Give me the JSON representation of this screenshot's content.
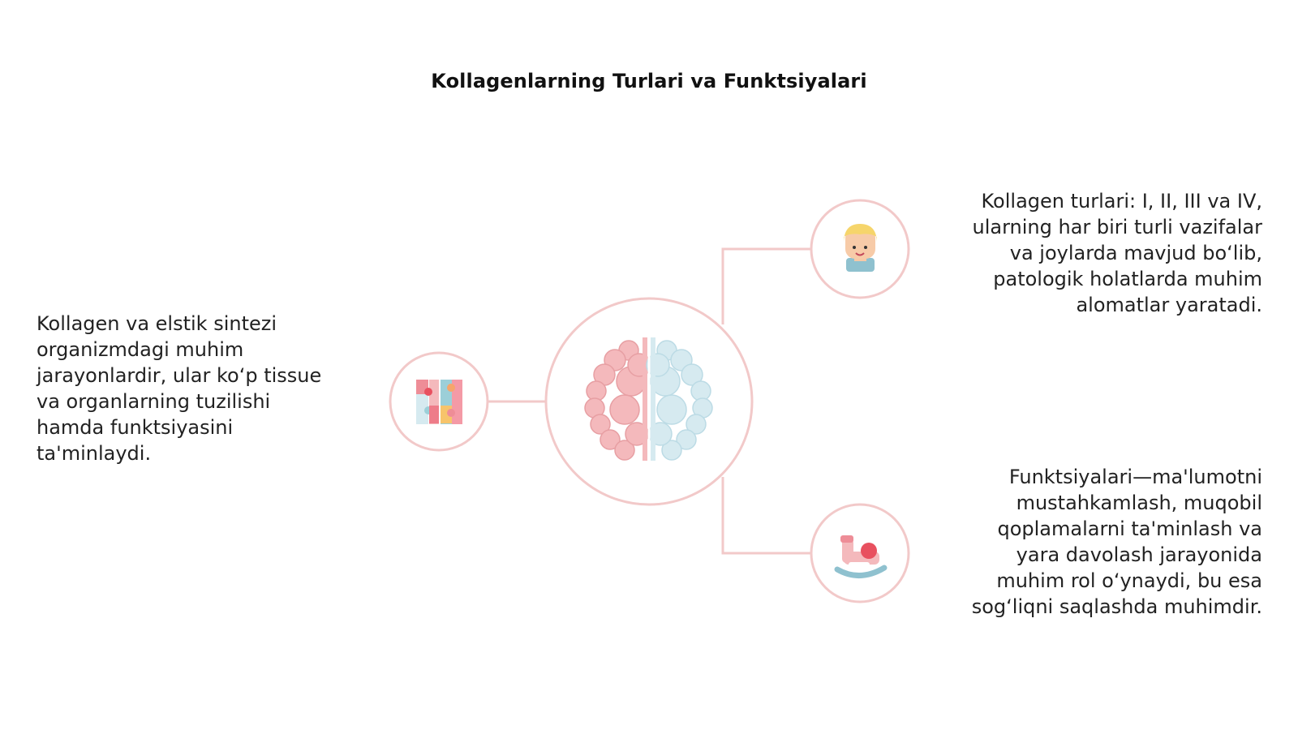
{
  "title": "Kollagenlarning Turlari va Funktsiyalari",
  "nodes": {
    "left": {
      "icon": "puzzle-pieces-icon",
      "text": "Kollagen va elstik sintezi\norganizmdagi muhim\njarayonlardir, ular ko‘p tissue\nva organlarning tuzilishi\nhamda funktsiyasini\nta'minlaydi."
    },
    "top_right": {
      "icon": "smiling-child-icon",
      "text": "Kollagen turlari: I, II, III va IV,\nularning har biri turli vazifalar\nva joylarda mavjud bo‘lib,\npatologik holatlarda muhim\nalomatlar yaratadi."
    },
    "bottom_right": {
      "icon": "rocking-horse-icon",
      "text": "Funktsiyalari—ma'lumotni\nmustahkamlash, muqobil\nqoplamalarni ta'minlash va\nyara davolash jarayonida\nmuhim rol o‘ynaydi, bu esa\nsog‘liqni saqlashda muhimdir."
    },
    "center": {
      "icon": "brain-icon"
    }
  },
  "colors": {
    "circle_stroke": "#f2c9c9",
    "connector": "#f2c9c9",
    "brain_left": "#f4b9bc",
    "brain_right": "#d6eaf0",
    "text": "#222222"
  }
}
